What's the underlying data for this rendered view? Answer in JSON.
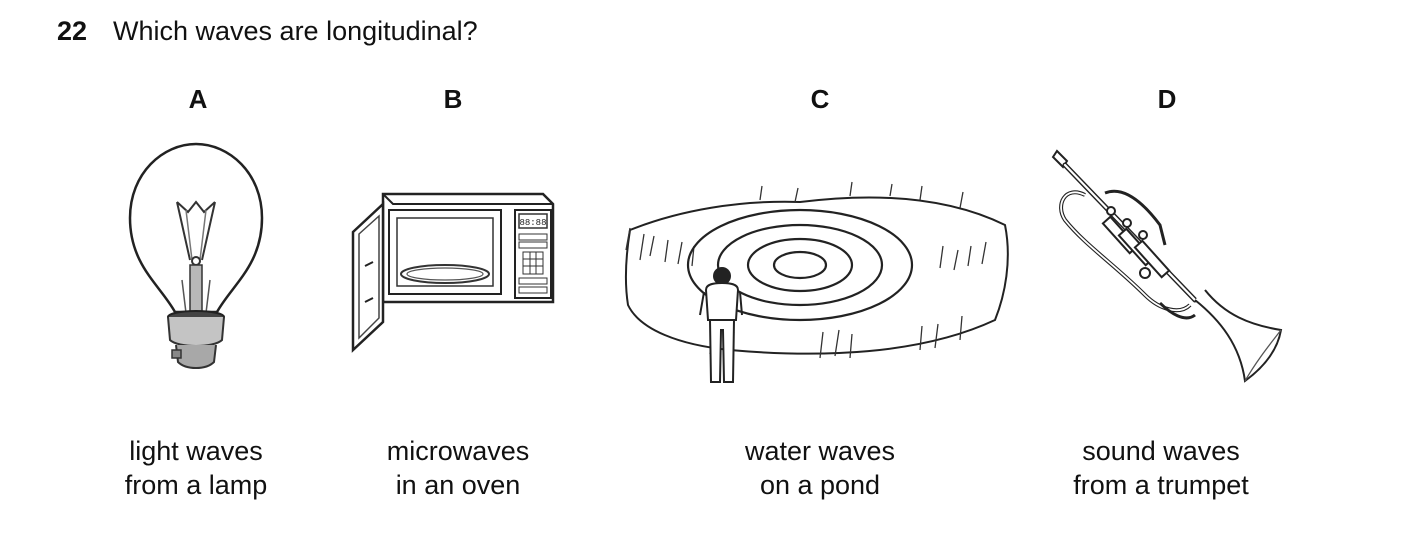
{
  "question": {
    "number": "22",
    "text": "Which waves are longitudinal?"
  },
  "options": [
    {
      "letter": "A",
      "line1": "light waves",
      "line2": "from a lamp",
      "icon": "light-bulb-icon"
    },
    {
      "letter": "B",
      "line1": "microwaves",
      "line2": "in an oven",
      "icon": "microwave-oven-icon"
    },
    {
      "letter": "C",
      "line1": "water waves",
      "line2": "on a pond",
      "icon": "pond-ripples-icon"
    },
    {
      "letter": "D",
      "line1": "sound waves",
      "line2": "from a trumpet",
      "icon": "trumpet-icon"
    }
  ],
  "microwave_display": "88:88"
}
